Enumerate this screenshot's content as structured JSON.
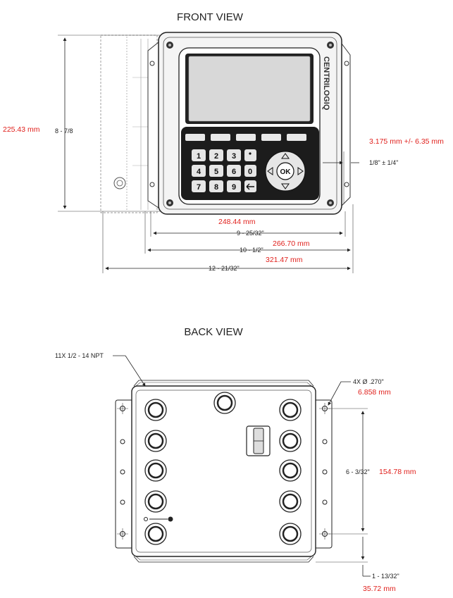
{
  "front": {
    "title": "FRONT VIEW",
    "brand": "CENTRILOGIQ",
    "keys": [
      "1",
      "2",
      "3",
      "4",
      "5",
      "6",
      "7",
      "8",
      "9",
      "0"
    ],
    "ok": "OK",
    "dims": {
      "height_in": "8 - 7/8",
      "height_mm": "225.43 mm",
      "width1_in": "9 - 25/32\"",
      "width1_mm": "248.44 mm",
      "width2_in": "10 - 1/2\"",
      "width2_mm": "266.70 mm",
      "width3_in": "12 - 21/32\"",
      "width3_mm": "321.47 mm",
      "gap_in": "1/8\" ± 1/4\"",
      "gap_mm": "3.175 mm +/-  6.35 mm"
    }
  },
  "back": {
    "title": "BACK VIEW",
    "dims": {
      "ports": "11X 1/2 - 14 NPT",
      "holes_in": "4X Ø .270\"",
      "holes_mm": "6.858 mm",
      "spacing_in": "6 - 3/32\"",
      "spacing_mm": "154.78 mm",
      "offset_in": "1 - 13/32\"",
      "offset_mm": "35.72 mm"
    }
  }
}
